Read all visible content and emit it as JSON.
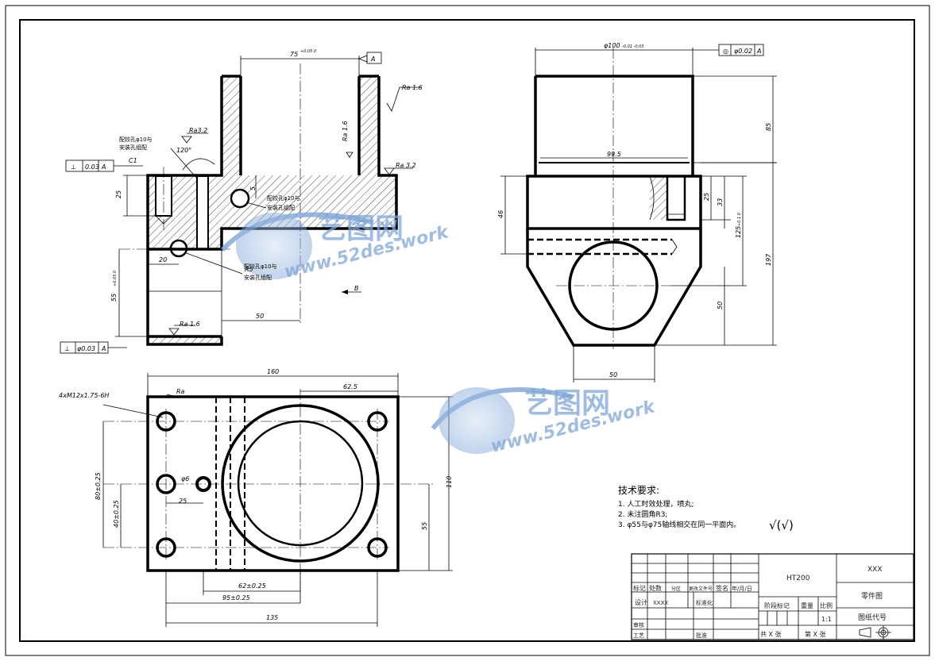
{
  "top_left_view": {
    "dims": {
      "top_width": "75",
      "top_tol": "+0.05 0",
      "datum": "A",
      "ra16_top": "Ra 1.6",
      "ra16_bore": "Ra 1.6",
      "ra32_side": "Ra 3.2",
      "ra32_left": "Ra3.2",
      "angle": "120°",
      "chamfer": "C1",
      "height_25": "25",
      "gap_5": "5",
      "r5": "R5",
      "w20": "20",
      "w50": "50",
      "h55": "55",
      "h55_tol": "+0.05 0",
      "ra16_bottom": "Ra 1.6",
      "section": "B"
    },
    "notes": {
      "pin1_a": "配铰孔φ10与",
      "pin1_b": "安装孔组配",
      "pin2_a": "配铰孔φ10与",
      "pin2_b": "安装孔组配",
      "pin3_a": "配铰孔φ10与",
      "pin3_b": "安装孔组配"
    },
    "tol_frame_1": {
      "sym": "⊥",
      "value": "0.03",
      "datum": "A"
    },
    "tol_frame_2": {
      "sym": "⊥",
      "value": "φ0.03",
      "datum": "A"
    }
  },
  "top_right_view": {
    "dims": {
      "top_dia": "φ100",
      "top_dia_tol": "-0.01 -0.03",
      "w995": "99.5",
      "h85": "85",
      "h46": "46",
      "h25": "25",
      "h33": "33",
      "h125": "125",
      "h125_tol": "+0.1 0",
      "h197": "197",
      "h50": "50",
      "w50": "50"
    },
    "tol_frame": {
      "sym": "◎",
      "value": "φ0.02",
      "datum": "A"
    }
  },
  "bottom_view": {
    "dims": {
      "total_w": "160",
      "w625": "62.5",
      "thread": "4xM12x1.75-6H",
      "ra": "Ra",
      "phi6": "φ6",
      "h80": "80±0.25",
      "h40": "40±0.25",
      "w25": "25",
      "h110": "110",
      "h55": "55",
      "w62": "62±0.25",
      "w95": "95±0.25",
      "w135": "135"
    }
  },
  "tech": {
    "title": "技术要求:",
    "items": [
      "1. 人工时效处理，喷丸;",
      "2. 未注圆角R3;",
      "3. φ55与φ75轴线相交在同一平面内。"
    ],
    "roughness_symbol": "√(√)"
  },
  "title_block": {
    "material": "HT200",
    "company": "XXX",
    "drawing_name": "零件图",
    "drawing_no": "图纸代号",
    "h_mark": "标记",
    "h_count": "处数",
    "h_zone": "分区",
    "h_doc": "更改文件号",
    "h_sign": "签名",
    "h_date": "年/月/日",
    "design": "设计",
    "designer": "XXXX",
    "standard": "标准化",
    "stage": "阶段标记",
    "weight": "重量",
    "scale": "比例",
    "scale_val": "1:1",
    "review": "审核",
    "process": "工艺",
    "approve": "批准",
    "total": "共  X  张",
    "sheet": "第  X  张"
  },
  "watermark": {
    "brand": "艺图网",
    "url": "www.52des.work"
  }
}
